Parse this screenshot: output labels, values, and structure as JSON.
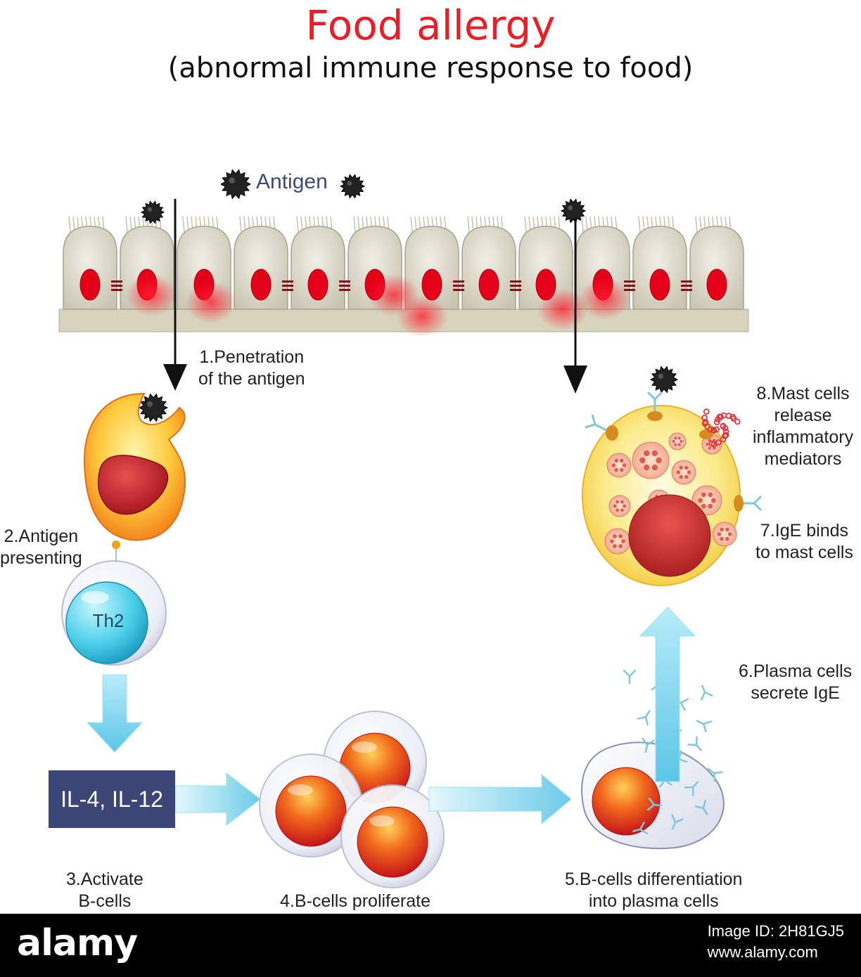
{
  "header": {
    "title": "Food allergy",
    "subtitle": "(abnormal immune response to food)"
  },
  "antigen_label": "Antigen",
  "steps": {
    "s1": [
      "1.Penetration",
      "of the antigen"
    ],
    "s2": [
      "2.Antigen",
      "presenting"
    ],
    "s3": [
      "3.Activate",
      "B-cells"
    ],
    "s4": [
      "4.B-cells proliferate"
    ],
    "s5": [
      "5.B-cells differentiation",
      "into plasma cells"
    ],
    "s6": [
      "6.Plasma cells",
      "secrete IgE"
    ],
    "s7": [
      "7.IgE binds",
      "to mast cells"
    ],
    "s8": [
      "8.Mast cells",
      "release",
      "inflammatory",
      "mediators"
    ]
  },
  "th2_label": "Th2",
  "cytokines_label": "IL-4, IL-12",
  "footer": {
    "brand": "alamy",
    "image_id": "Image ID: 2H81GJ5",
    "site": "www.alamy.com"
  },
  "colors": {
    "title": "#ee1c24",
    "cytokine_box": "#3c4676",
    "nucleus_red": "#e5001a",
    "arrow_blue": "#7fd3ec",
    "mast_yellow": "#f7e26b"
  }
}
